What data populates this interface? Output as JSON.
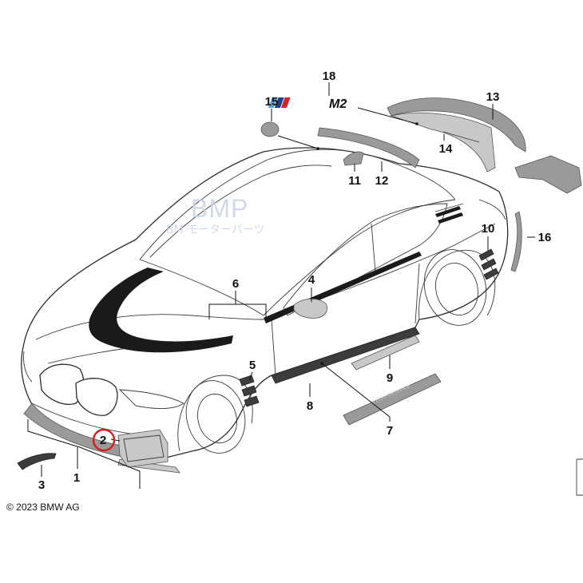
{
  "diagram": {
    "callouts": [
      {
        "id": "1",
        "label": "1"
      },
      {
        "id": "2",
        "label": "2",
        "highlighted": true
      },
      {
        "id": "3",
        "label": "3"
      },
      {
        "id": "4",
        "label": "4"
      },
      {
        "id": "5",
        "label": "5"
      },
      {
        "id": "6",
        "label": "6"
      },
      {
        "id": "7",
        "label": "7"
      },
      {
        "id": "8",
        "label": "8"
      },
      {
        "id": "9",
        "label": "9"
      },
      {
        "id": "10",
        "label": "10"
      },
      {
        "id": "11",
        "label": "11"
      },
      {
        "id": "12",
        "label": "12"
      },
      {
        "id": "13",
        "label": "13"
      },
      {
        "id": "14",
        "label": "14"
      },
      {
        "id": "15",
        "label": "15"
      },
      {
        "id": "16",
        "label": "16"
      },
      {
        "id": "18",
        "label": "18"
      }
    ],
    "highlight_color": "#d81b1b",
    "line_color": "#111111"
  },
  "badge": {
    "text": "M2"
  },
  "sill_plate": {
    "text": "M PERFORMANCE"
  },
  "watermark": {
    "main": "BMP",
    "sub": "BM モーターパーツ"
  },
  "copyright": "© 2023 BMW AG"
}
